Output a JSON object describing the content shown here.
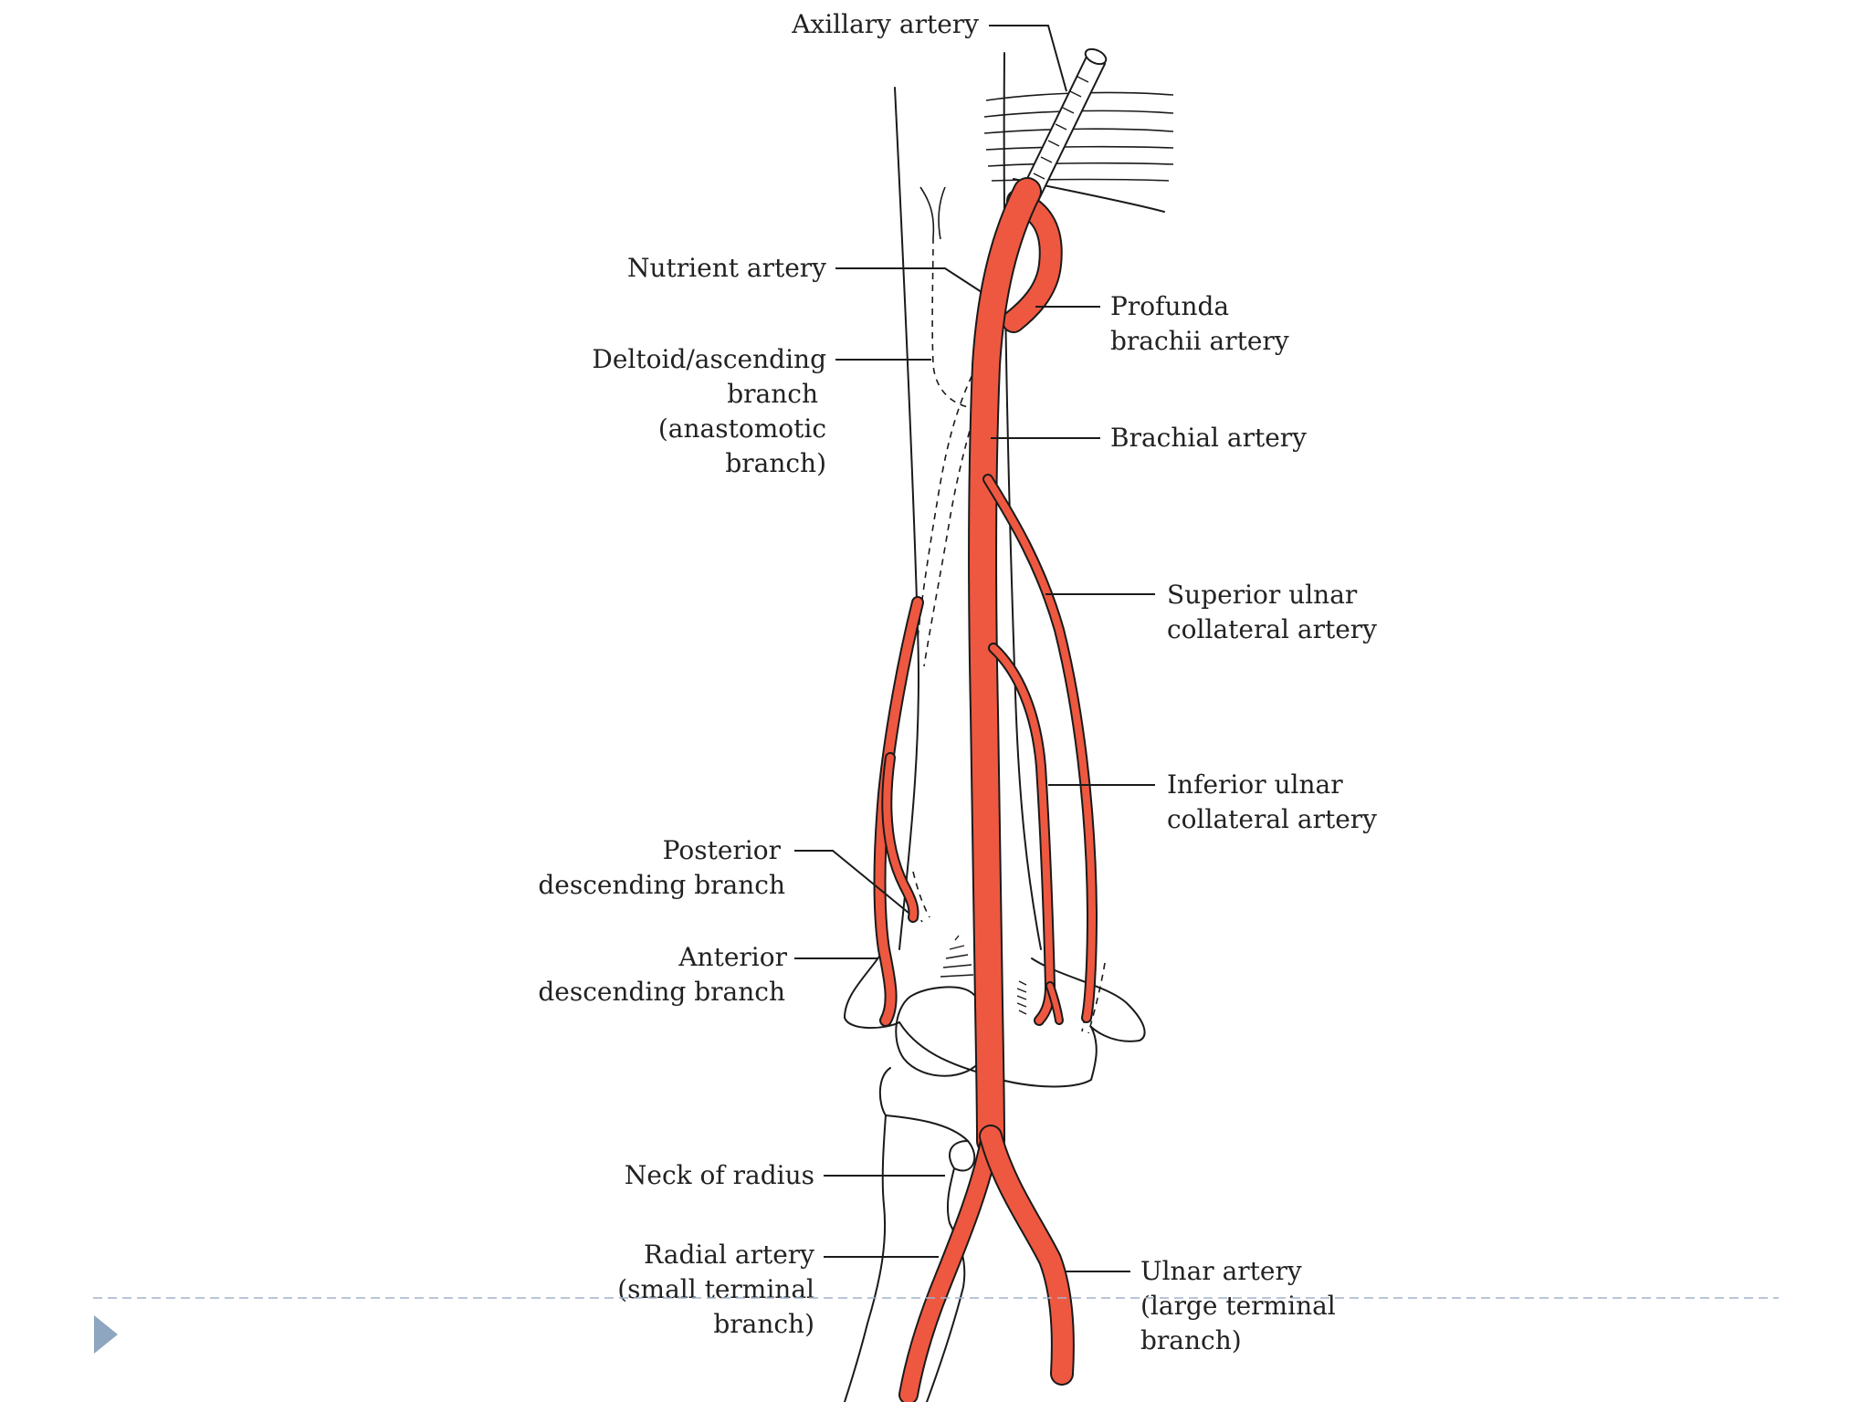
{
  "colors": {
    "artery": "#ee5840",
    "outline": "#1a1a1a",
    "slide_marker": "#8fa6c0",
    "divider": "#9fb4cc"
  },
  "icons": {
    "slide_marker": "triangle-bullet-icon"
  },
  "labels": {
    "axillary": "Axillary artery",
    "nutrient": "Nutrient artery",
    "profunda_1": "Profunda",
    "profunda_2": "brachii artery",
    "deltoid_1": "Deltoid/ascending",
    "deltoid_2": "branch",
    "deltoid_3": "(anastomotic",
    "deltoid_4": "branch)",
    "brachial": "Brachial artery",
    "superior_1": "Superior ulnar",
    "superior_2": "collateral artery",
    "inferior_1": "Inferior ulnar",
    "inferior_2": "collateral artery",
    "posterior_1": "Posterior",
    "posterior_2": "descending branch",
    "anterior_1": "Anterior",
    "anterior_2": "descending branch",
    "neck": "Neck of radius",
    "radial_1": "Radial artery",
    "radial_2": "(small terminal",
    "radial_3": "branch)",
    "ulnar_1": "Ulnar artery",
    "ulnar_2": "(large terminal",
    "ulnar_3": "branch)"
  }
}
